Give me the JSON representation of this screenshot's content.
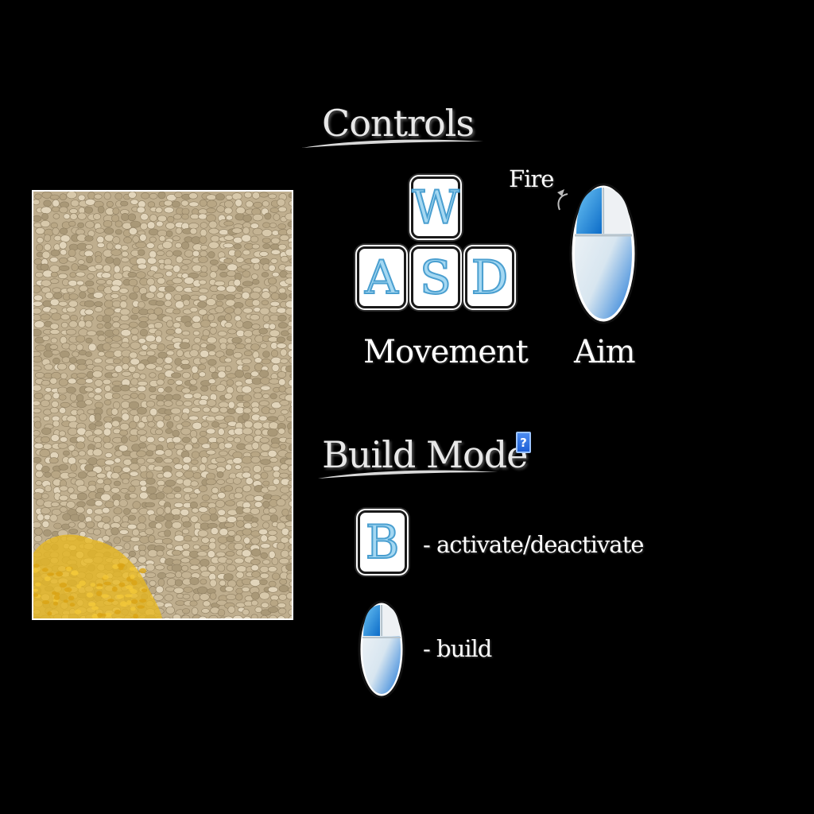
{
  "controls": {
    "title": "Controls",
    "keys": [
      {
        "letter": "W"
      },
      {
        "letter": "A"
      },
      {
        "letter": "S"
      },
      {
        "letter": "D"
      }
    ],
    "movement_label": "Movement",
    "fire_label": "Fire",
    "aim_label": "Aim"
  },
  "build_mode": {
    "title": "Build Mode",
    "help_icon_glyph": "?",
    "key_letter": "B",
    "key_action": "- activate/deactivate",
    "mouse_action": "- build"
  },
  "icons": {
    "keys": "keyboard-key-icon",
    "mouse": "mouse-icon",
    "fire_arrow": "curved-arrow-icon",
    "help": "help-icon"
  },
  "colors": {
    "background": "#000000",
    "key_letter": "#a5d8f2",
    "key_letter_outline": "#4a9fd0",
    "mouse_button_active": "#1e88d8",
    "help_badge": "#2a6fe0",
    "stone": "#c9b99a",
    "gold_overlay": "#e8b820"
  }
}
